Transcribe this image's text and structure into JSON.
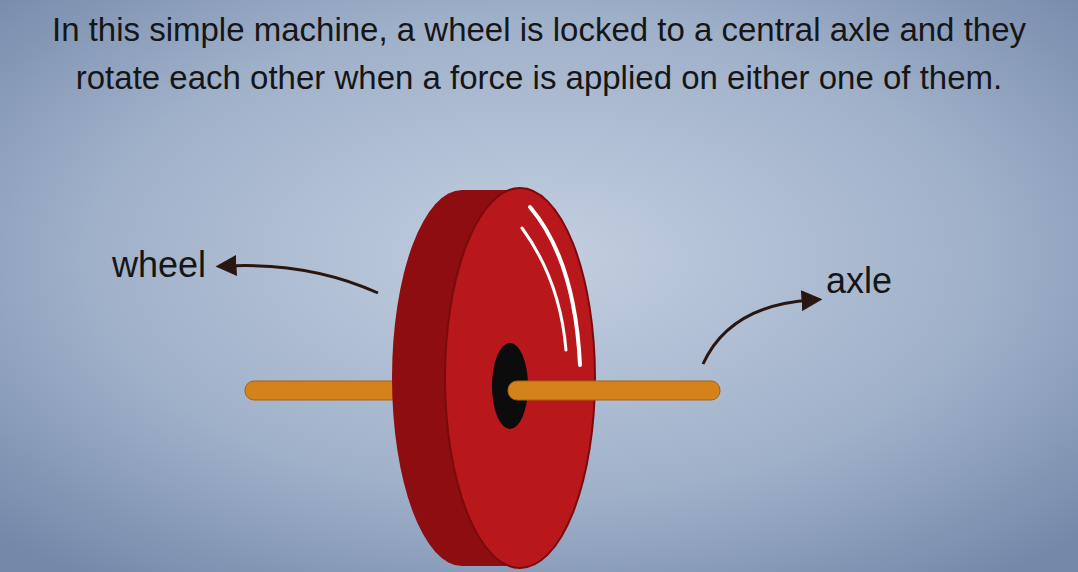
{
  "diagram": {
    "title": "In this simple machine, a wheel is locked to a central axle and they rotate each other when a force is applied on either one of them.",
    "labels": [
      "wheel",
      "axle"
    ]
  }
}
